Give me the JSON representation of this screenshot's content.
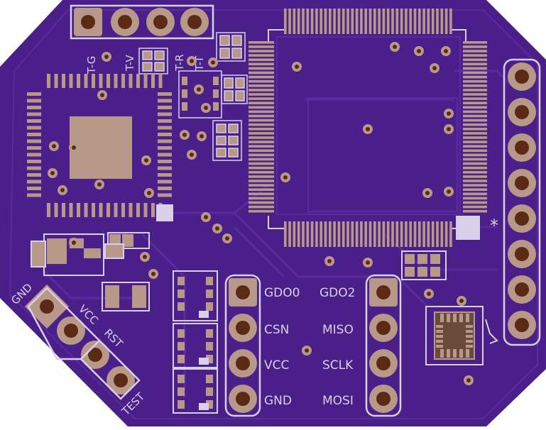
{
  "board": {
    "colors": {
      "substrate": "#ffffff",
      "board": "#4a1f8a",
      "board_dark": "#3d177a",
      "trace": "#5a2aa0",
      "silk": "#d8d0e8",
      "pad": "#b89888",
      "pad_dark": "#6a4a3a",
      "hole": "#5a2a14"
    },
    "top_header": {
      "labels": [
        "T-G",
        "T-V",
        "T-R",
        "T-T"
      ]
    },
    "left_pads": {
      "labels": [
        "GND",
        "VCC",
        "RST",
        "TEST"
      ]
    },
    "left_header": {
      "labels": [
        "GDO0",
        "CSN",
        "VCC",
        "GND"
      ]
    },
    "right_header": {
      "labels": [
        "GDO2",
        "MISO",
        "SCLK",
        "MOSI"
      ]
    },
    "right_connector": {
      "pin_count": 8,
      "marker": "*"
    }
  }
}
